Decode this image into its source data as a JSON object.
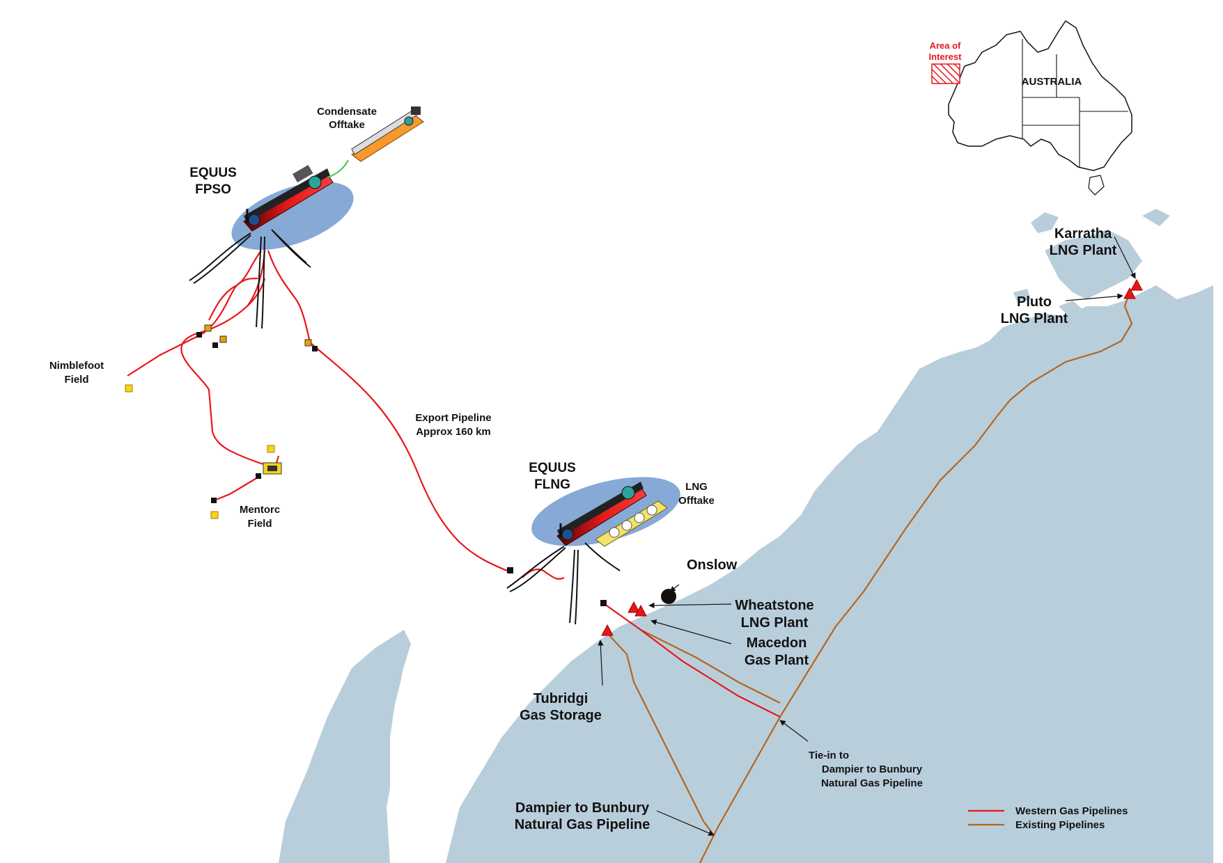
{
  "labels": {
    "condensate": [
      "Condensate",
      "Offtake"
    ],
    "fpso": [
      "EQUUS",
      "FPSO"
    ],
    "nimblefoot": [
      "Nimblefoot",
      "Field"
    ],
    "mentorc": [
      "Mentorc",
      "Field"
    ],
    "export": [
      "Export Pipeline",
      "Approx 160 km"
    ],
    "flng": [
      "EQUUS",
      "FLNG"
    ],
    "lng_offtake": [
      "LNG",
      "Offtake"
    ],
    "onslow": "Onslow",
    "wheatstone": [
      "Wheatstone",
      "LNG Plant"
    ],
    "macedon": [
      "Macedon",
      "Gas Plant"
    ],
    "tubridgi": [
      "Tubridgi",
      "Gas Storage"
    ],
    "tiein": [
      "Tie-in to",
      "Dampier to Bunbury",
      "Natural Gas Pipeline"
    ],
    "dbngp": [
      "Dampier to Bunbury",
      "Natural Gas Pipeline"
    ],
    "karratha": [
      "Karratha",
      "LNG Plant"
    ],
    "pluto": [
      "Pluto",
      "LNG Plant"
    ]
  },
  "inset": {
    "country": "AUSTRALIA",
    "area": [
      "Area of",
      "Interest"
    ],
    "area_color": "#e8161b"
  },
  "legend": [
    {
      "label": "Western Gas Pipelines",
      "color": "#e8161b"
    },
    {
      "label": "Existing Pipelines",
      "color": "#b5651d"
    }
  ],
  "colors": {
    "land": "#b9cedb",
    "water": "#ffffff",
    "new_pipeline": "#e8161b",
    "existing_pipeline": "#b5651d",
    "vessel_hull": "#e21a1a",
    "vessel_glow": "#86a9d6"
  }
}
